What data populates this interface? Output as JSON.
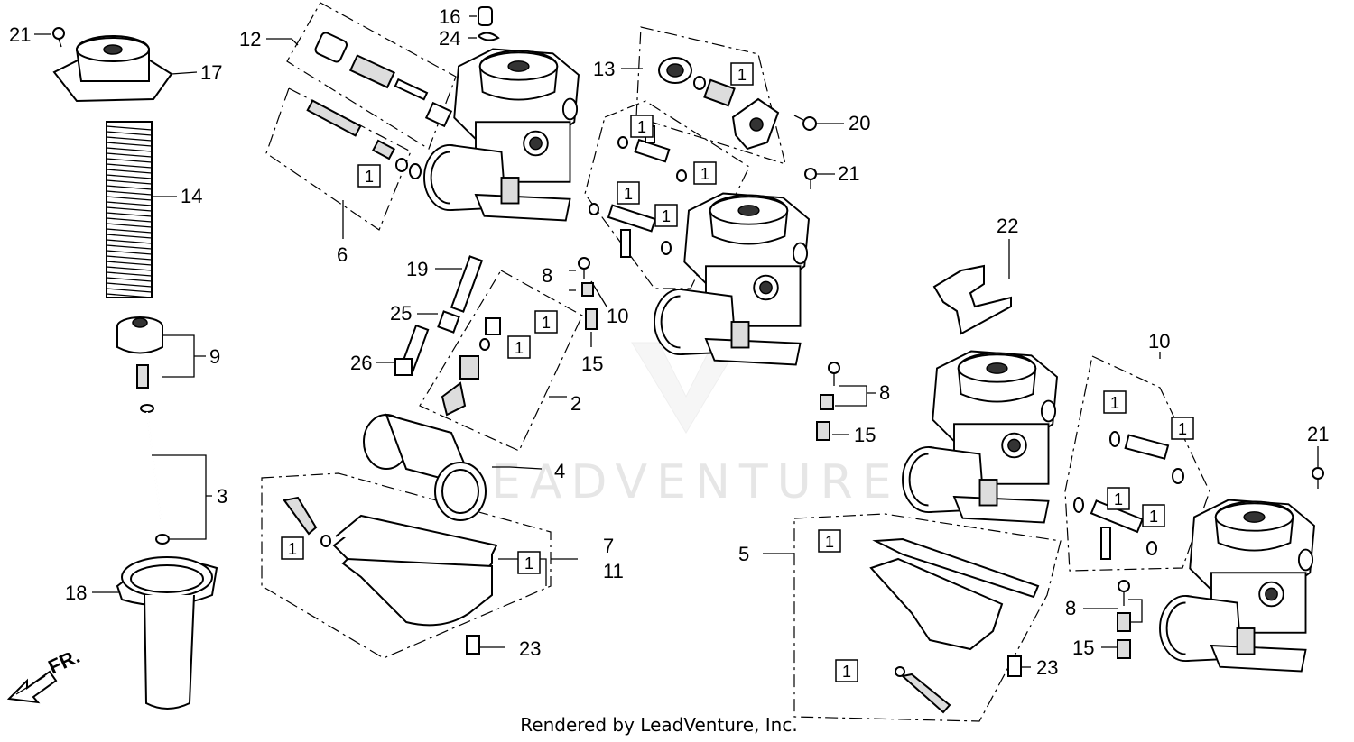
{
  "diagram": {
    "callouts": [
      "1",
      "2",
      "3",
      "4",
      "5",
      "6",
      "7",
      "8",
      "9",
      "10",
      "11",
      "12",
      "13",
      "14",
      "15",
      "16",
      "17",
      "18",
      "19",
      "20",
      "21",
      "22",
      "23",
      "24",
      "25",
      "26"
    ],
    "kit_box_label": "1",
    "direction_label": "FR.",
    "watermark": "LEADVENTURE",
    "credit": "Rendered by LeadVenture, Inc."
  }
}
